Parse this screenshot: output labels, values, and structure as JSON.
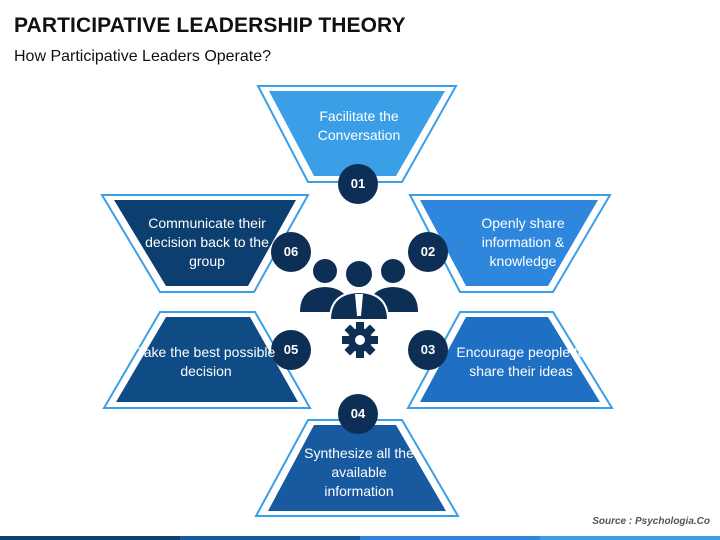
{
  "header": {
    "title": "PARTICIPATIVE LEADERSHIP THEORY",
    "subtitle": "How Participative Leaders Operate?"
  },
  "center_icon": "team-leaders-gear-icon",
  "steps": [
    {
      "number": "01",
      "text": "Facilitate the Conversation",
      "color": "#3b9fe8"
    },
    {
      "number": "02",
      "text": "Openly share information & knowledge",
      "color": "#2f86dd"
    },
    {
      "number": "03",
      "text": "Encourage people to share their ideas",
      "color": "#1f6fc4"
    },
    {
      "number": "04",
      "text": "Synthesize all the available information",
      "color": "#185aa0"
    },
    {
      "number": "05",
      "text": "Take the best possible decision",
      "color": "#0f4c85"
    },
    {
      "number": "06",
      "text": "Communicate their decision back to the group",
      "color": "#0c3f6f"
    }
  ],
  "colors": {
    "number_badge": "#0e2f55",
    "outline": "#3b9fe8",
    "icon": "#0e2f55"
  },
  "footer": {
    "source": "Source : Psychologia.Co"
  }
}
